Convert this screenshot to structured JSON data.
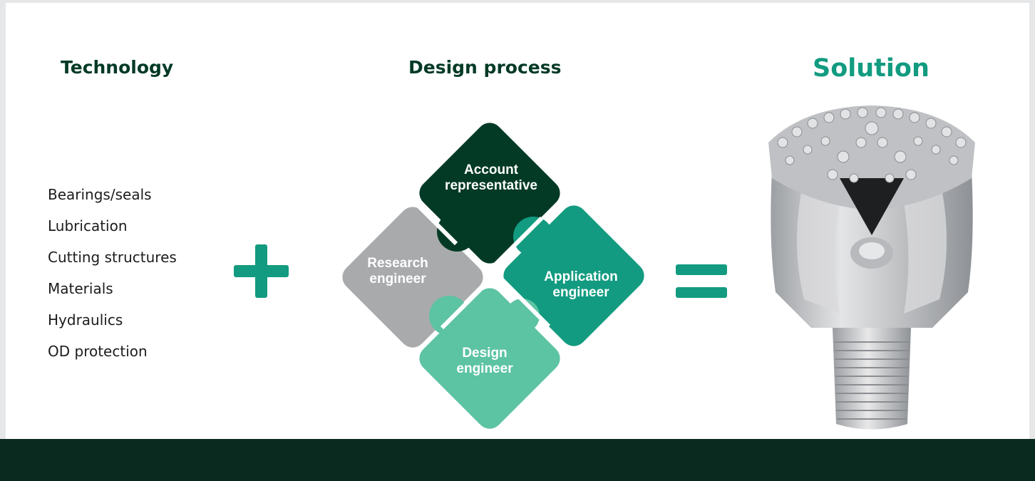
{
  "headings": {
    "technology": "Technology",
    "design_process": "Design process",
    "solution": "Solution"
  },
  "technology_items": [
    "Bearings/seals",
    "Lubrication",
    "Cutting structures",
    "Materials",
    "Hydraulics",
    "OD protection"
  ],
  "puzzle": {
    "account": [
      "Account",
      "representative"
    ],
    "research": [
      "Research",
      "engineer"
    ],
    "application": [
      "Application",
      "engineer"
    ],
    "design": [
      "Design",
      "engineer"
    ]
  },
  "colors": {
    "dark_green": "#033a26",
    "teal": "#129b80",
    "mint": "#5cc3a3",
    "gray": "#a9aaac",
    "footer": "#0a2a20"
  },
  "icons": {
    "plus": "plus-icon",
    "equals": "equals-icon",
    "product": "drill-bit-image"
  }
}
